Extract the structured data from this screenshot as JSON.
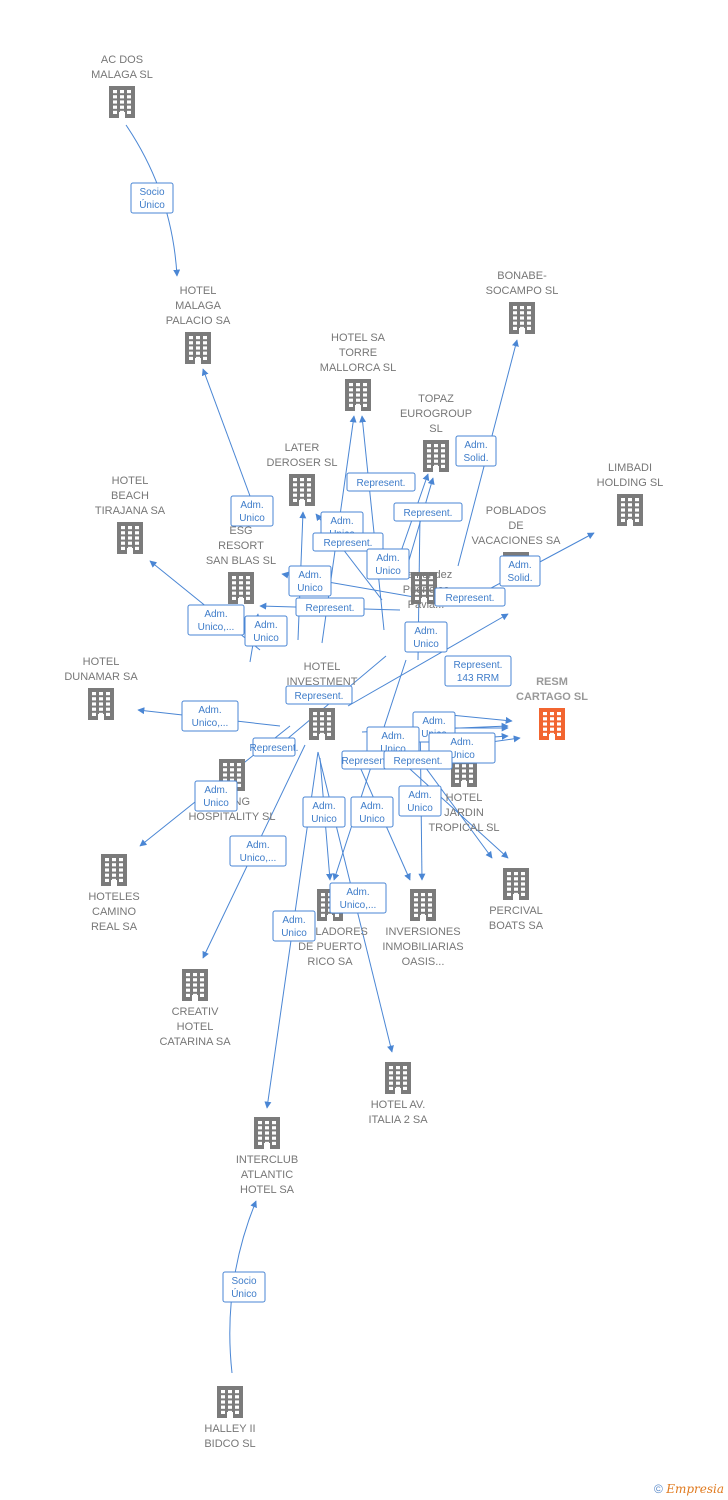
{
  "colors": {
    "edge": "#4a86d4",
    "node": "#7b7b7b",
    "focal_node": "#f26530",
    "label": "#777777",
    "edge_label": "#3e7cc9"
  },
  "icons": {
    "node": "building-icon",
    "footer": "copyright-icon"
  },
  "footer": {
    "copyright": "©",
    "brand": "Empresia"
  },
  "nodes": [
    {
      "id": "acdos",
      "lines": [
        "AC DOS",
        "MALAGA  SL"
      ]
    },
    {
      "id": "malaga",
      "lines": [
        "HOTEL",
        "MALAGA",
        "PALACIO SA"
      ]
    },
    {
      "id": "bonabe",
      "lines": [
        "BONABE-",
        "SOCAMPO  SL"
      ]
    },
    {
      "id": "torre",
      "lines": [
        "HOTEL SA",
        "TORRE",
        "MALLORCA SL"
      ]
    },
    {
      "id": "topaz",
      "lines": [
        "TOPAZ",
        "EUROGROUP",
        "SL"
      ]
    },
    {
      "id": "limbadi",
      "lines": [
        "LIMBADI",
        "HOLDING  SL"
      ]
    },
    {
      "id": "later",
      "lines": [
        "LATER",
        "DEROSER SL"
      ]
    },
    {
      "id": "beach",
      "lines": [
        "HOTEL",
        "BEACH",
        "TIRAJANA SA"
      ]
    },
    {
      "id": "poblados",
      "lines": [
        "POBLADOS",
        "DE",
        "VACACIONES SA"
      ]
    },
    {
      "id": "resort",
      "lines": [
        "ESG",
        "RESORT",
        "SAN BLAS SL"
      ]
    },
    {
      "id": "fernandez",
      "lines": [
        "Fernandez",
        "Puertolas",
        "Pavia..."
      ]
    },
    {
      "id": "investment",
      "lines": [
        "HOTEL",
        "INVESTMENT",
        "PARTNERS"
      ]
    },
    {
      "id": "dunamar",
      "lines": [
        "HOTEL",
        "DUNAMAR SA"
      ]
    },
    {
      "id": "resm",
      "lines": [
        "RESM",
        "CARTAGO  SL"
      ]
    },
    {
      "id": "living",
      "lines": [
        "LIVING",
        "HOSPITALITY SL"
      ]
    },
    {
      "id": "jardin",
      "lines": [
        "HOTEL",
        "JARDIN",
        "TROPICAL SL"
      ]
    },
    {
      "id": "camino",
      "lines": [
        "HOTELES",
        "CAMINO",
        "REAL SA"
      ]
    },
    {
      "id": "percival",
      "lines": [
        "PERCIVAL",
        "BOATS SA"
      ]
    },
    {
      "id": "pobladores",
      "lines": [
        "POBLADORES",
        "DE PUERTO",
        "RICO SA"
      ]
    },
    {
      "id": "inversiones",
      "lines": [
        "INVERSIONES",
        "INMOBILIARIAS",
        "OASIS..."
      ]
    },
    {
      "id": "catarina",
      "lines": [
        "CREATIV",
        "HOTEL",
        "CATARINA SA"
      ]
    },
    {
      "id": "italia",
      "lines": [
        "HOTEL AV.",
        "ITALIA 2 SA"
      ]
    },
    {
      "id": "interclub",
      "lines": [
        "INTERCLUB",
        "ATLANTIC",
        "HOTEL SA"
      ]
    },
    {
      "id": "halley",
      "lines": [
        "HALLEY II",
        "BIDCO  SL"
      ]
    }
  ],
  "edge_labels": [
    {
      "lines": [
        "Socio",
        "Único"
      ]
    },
    {
      "lines": [
        "Socio",
        "Único"
      ]
    },
    {
      "lines": [
        "Adm.",
        "Solid."
      ]
    },
    {
      "lines": [
        "Adm.",
        "Unico"
      ]
    },
    {
      "lines": [
        "Represent."
      ]
    },
    {
      "lines": [
        "Represent."
      ]
    },
    {
      "lines": [
        "Adm.",
        "Unico"
      ]
    },
    {
      "lines": [
        "Represent."
      ]
    },
    {
      "lines": [
        "Adm.",
        "Unico"
      ]
    },
    {
      "lines": [
        "Adm.",
        "Unico"
      ]
    },
    {
      "lines": [
        "Adm.",
        "Solid."
      ]
    },
    {
      "lines": [
        "Represent."
      ]
    },
    {
      "lines": [
        "Represent."
      ]
    },
    {
      "lines": [
        "Adm.",
        "Unico,..."
      ]
    },
    {
      "lines": [
        "Adm.",
        "Unico"
      ]
    },
    {
      "lines": [
        "Adm.",
        "Unico"
      ]
    },
    {
      "lines": [
        "Represent.",
        "143 RRM"
      ]
    },
    {
      "lines": [
        "Represent."
      ]
    },
    {
      "lines": [
        "Adm.",
        "Unico,..."
      ]
    },
    {
      "lines": [
        "Adm.",
        "Unico"
      ]
    },
    {
      "lines": [
        "Adm.",
        "Unico"
      ]
    },
    {
      "lines": [
        "Adm.",
        "Unico"
      ]
    },
    {
      "lines": [
        "Represent."
      ]
    },
    {
      "lines": [
        "Represent."
      ]
    },
    {
      "lines": [
        "Represent."
      ]
    },
    {
      "lines": [
        "Adm.",
        "Unico"
      ]
    },
    {
      "lines": [
        "Adm.",
        "Unico"
      ]
    },
    {
      "lines": [
        "Adm.",
        "Unico"
      ]
    },
    {
      "lines": [
        "Adm.",
        "Unico"
      ]
    },
    {
      "lines": [
        "Adm.",
        "Unico,..."
      ]
    },
    {
      "lines": [
        "Adm.",
        "Unico,..."
      ]
    },
    {
      "lines": [
        "Adm.",
        "Unico"
      ]
    }
  ]
}
